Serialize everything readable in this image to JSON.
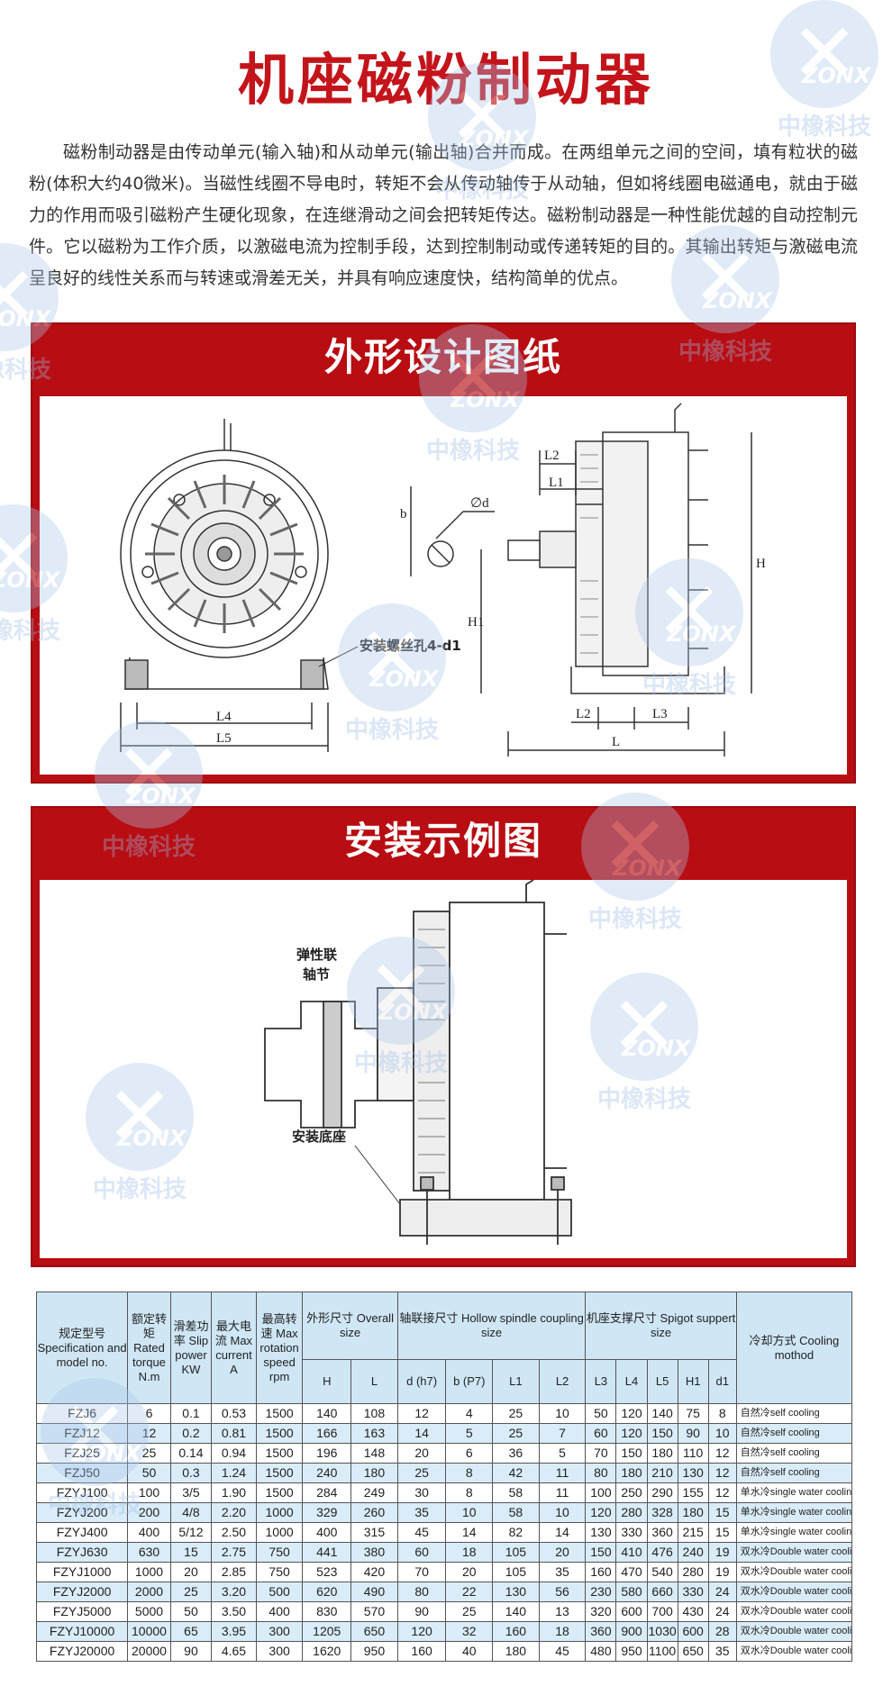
{
  "title": "机座磁粉制动器",
  "intro": "磁粉制动器是由传动单元(输入轴)和从动单元(输出轴)合并而成。在两组单元之间的空间，填有粒状的磁粉(体积大约40微米)。当磁性线圈不导电时，转矩不会从传动轴传于从动轴，但如将线圈电磁通电，就由于磁力的作用而吸引磁粉产生硬化现象，在连继滑动之间会把转矩传达。磁粉制动器是一种性能优越的自动控制元件。它以磁粉为工作介质，以激磁电流为控制手段，达到控制制动或传递转矩的目的。其输出转矩与激磁电流呈良好的线性关系而与转速或滑差无关，并具有响应速度快，结构简单的优点。",
  "watermark": {
    "logo_text": "ZONX",
    "cn_text": "中橡科技"
  },
  "section1": {
    "title": "外形设计图纸",
    "labels": {
      "mount_hole": "安装螺丝孔4-d1",
      "L4": "L4",
      "L5": "L5",
      "b": "b",
      "d": "∅d",
      "L2": "L2",
      "L1": "L1",
      "H": "H",
      "H1": "H1",
      "L3": "L3",
      "L": "L"
    }
  },
  "section2": {
    "title": "安装示例图",
    "labels": {
      "coupling_l1": "弹性联",
      "coupling_l2": "轴节",
      "base": "安装底座"
    }
  },
  "table": {
    "headers": {
      "model": "规定型号 Specification and model no.",
      "torque": "额定转矩 Rated torque N.m",
      "slip": "滑差功率 Slip power KW",
      "current": "最大电流 Max current A",
      "speed": "最高转速 Max rotation speed rpm",
      "overall": "外形尺寸 Overall size",
      "hollow": "轴联接尺寸 Hollow spindle coupling size",
      "spigot": "机座支撑尺寸 Spigot suppert size",
      "cooling": "冷却方式 Cooling mothod",
      "H": "H",
      "L": "L",
      "d": "d (h7)",
      "b": "b (P7)",
      "L1": "L1",
      "L2": "L2",
      "L3": "L3",
      "L4": "L4",
      "L5": "L5",
      "H1": "H1",
      "d1": "d1"
    },
    "rows": [
      [
        "FZJ6",
        "6",
        "0.1",
        "0.53",
        "1500",
        "140",
        "108",
        "12",
        "4",
        "25",
        "10",
        "50",
        "120",
        "140",
        "75",
        "8",
        "自然冷self cooling"
      ],
      [
        "FZJ12",
        "12",
        "0.2",
        "0.81",
        "1500",
        "166",
        "163",
        "14",
        "5",
        "25",
        "7",
        "60",
        "120",
        "150",
        "90",
        "10",
        "自然冷self cooling"
      ],
      [
        "FZJ25",
        "25",
        "0.14",
        "0.94",
        "1500",
        "196",
        "148",
        "20",
        "6",
        "36",
        "5",
        "70",
        "150",
        "180",
        "110",
        "12",
        "自然冷self cooling"
      ],
      [
        "FZJ50",
        "50",
        "0.3",
        "1.24",
        "1500",
        "240",
        "180",
        "25",
        "8",
        "42",
        "11",
        "80",
        "180",
        "210",
        "130",
        "12",
        "自然冷self cooling"
      ],
      [
        "FZYJ100",
        "100",
        "3/5",
        "1.90",
        "1500",
        "284",
        "249",
        "30",
        "8",
        "58",
        "11",
        "100",
        "250",
        "290",
        "155",
        "12",
        "单水冷single water cooling"
      ],
      [
        "FZYJ200",
        "200",
        "4/8",
        "2.20",
        "1000",
        "329",
        "260",
        "35",
        "10",
        "58",
        "10",
        "120",
        "280",
        "328",
        "180",
        "15",
        "单水冷single water cooling"
      ],
      [
        "FZYJ400",
        "400",
        "5/12",
        "2.50",
        "1000",
        "400",
        "315",
        "45",
        "14",
        "82",
        "14",
        "130",
        "330",
        "360",
        "215",
        "15",
        "单水冷single water cooling"
      ],
      [
        "FZYJ630",
        "630",
        "15",
        "2.75",
        "750",
        "441",
        "380",
        "60",
        "18",
        "105",
        "20",
        "150",
        "410",
        "476",
        "240",
        "19",
        "双水冷Double water cooling"
      ],
      [
        "FZYJ1000",
        "1000",
        "20",
        "2.85",
        "750",
        "523",
        "420",
        "70",
        "20",
        "105",
        "35",
        "160",
        "470",
        "540",
        "280",
        "19",
        "双水冷Double water cooling"
      ],
      [
        "FZYJ2000",
        "2000",
        "25",
        "3.20",
        "500",
        "620",
        "490",
        "80",
        "22",
        "130",
        "56",
        "230",
        "580",
        "660",
        "330",
        "24",
        "双水冷Double water cooling"
      ],
      [
        "FZYJ5000",
        "5000",
        "50",
        "3.50",
        "400",
        "830",
        "570",
        "90",
        "25",
        "140",
        "13",
        "320",
        "600",
        "700",
        "430",
        "24",
        "双水冷Double water cooling"
      ],
      [
        "FZYJ10000",
        "10000",
        "65",
        "3.95",
        "300",
        "1205",
        "650",
        "120",
        "32",
        "160",
        "18",
        "360",
        "900",
        "1030",
        "600",
        "28",
        "双水冷Double water cooling"
      ],
      [
        "FZYJ20000",
        "20000",
        "90",
        "4.65",
        "300",
        "1620",
        "950",
        "160",
        "40",
        "180",
        "45",
        "480",
        "950",
        "1100",
        "650",
        "35",
        "双水冷Double water cooling"
      ]
    ]
  }
}
